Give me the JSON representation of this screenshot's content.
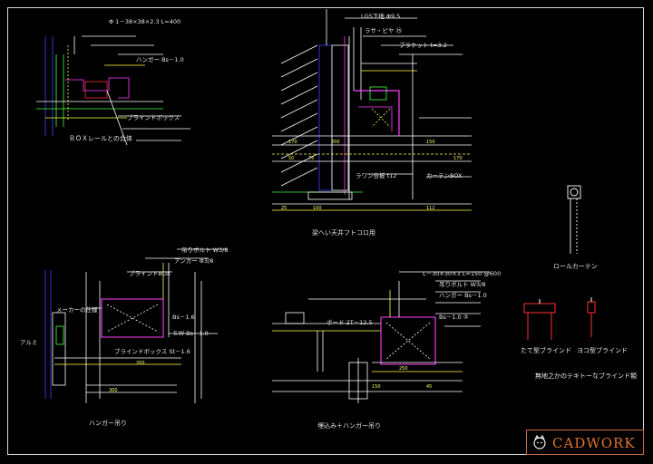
{
  "captions": {
    "box_rail": "ＢＯＸレールとの合体",
    "ceiling_pocket": "梁へい天井フトコロ用",
    "roll_curtain": "ロールカーテン",
    "hanger": "ハンガー吊り",
    "recessed_hanger": "埋込み＋ハンガー吊り",
    "vertical_blind": "たて型ブラインド",
    "horizontal_blind": "ヨコ型ブラインド",
    "blind_note": "無地之かのテキトーなブラインド類"
  },
  "notes": {
    "n1": "Φ 1－38×38×2.3 L=400",
    "n2": "ハンガー Bs－1.0",
    "n3": "ブラインドボックス",
    "n4": "LGS下地 Φ9.5",
    "n5": "ラサ・ビヤ ⑮",
    "n6": "ブラケット t=3.2",
    "n7": "カーテンBOX",
    "n8": "ラワン合板 t12",
    "n9": "L－30×30×3 L=150 @600",
    "n10": "吊りボルト W3/8",
    "n11": "ハンガー Bs－1.0",
    "n12": "Bs－1.0 ②",
    "n13": "ブラインドボックス St－1.6",
    "n14": "吊りボルト W3/8",
    "n15": "アンカー Φ3/8",
    "n16": "ＳＷ Bs－1.0",
    "n17": "ブラインドBOX",
    "n18": "Bs－1.6",
    "n19": "ボード 2T－12.5",
    "n20": "アルミ",
    "n21": "メーカーの仕様"
  },
  "dims": {
    "d170a": "170",
    "d200": "200",
    "d50": "50",
    "d75": "75",
    "d150": "150",
    "d170b": "170",
    "d25": "25",
    "d100": "100",
    "d300": "300",
    "d200b": "200",
    "d150b": "150",
    "d250": "250",
    "d45": "45",
    "d112": "112"
  },
  "logo": {
    "text": "CADWORK",
    "color": "#e07030"
  },
  "colors": {
    "background": "#000000",
    "section": "#ff40ff",
    "dimension": "#ffff40",
    "wall": "#4040ff",
    "steel": "#40ff40",
    "blind": "#ff3030",
    "line": "#ffffff"
  }
}
